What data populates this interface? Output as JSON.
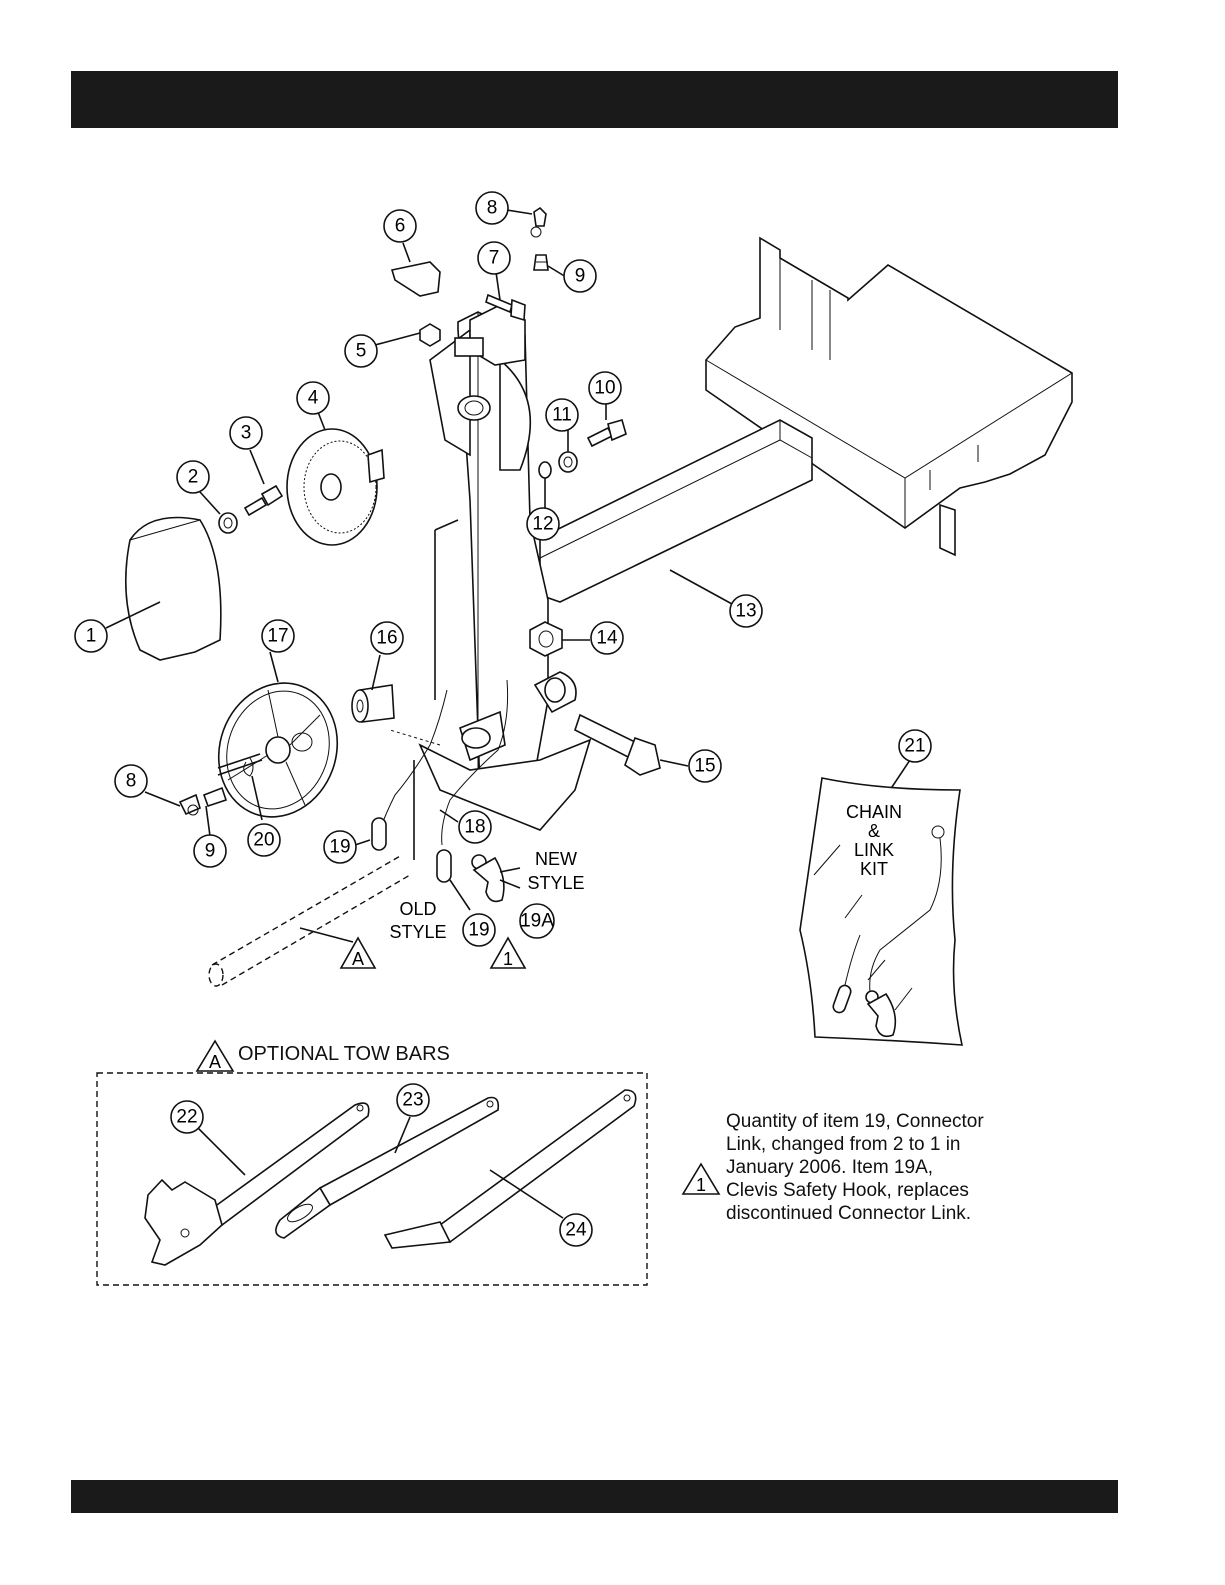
{
  "callouts": {
    "c1": "1",
    "c2": "2",
    "c3": "3",
    "c4": "4",
    "c5": "5",
    "c6": "6",
    "c7": "7",
    "c8a": "8",
    "c8b": "8",
    "c9a": "9",
    "c9b": "9",
    "c10": "10",
    "c11": "11",
    "c12": "12",
    "c13": "13",
    "c14": "14",
    "c15": "15",
    "c16": "16",
    "c17": "17",
    "c18": "18",
    "c19a": "19",
    "c19b": "19",
    "c19A": "19A",
    "c20": "20",
    "c21": "21",
    "c22": "22",
    "c23": "23",
    "c24": "24"
  },
  "labels": {
    "new_style_1": "NEW",
    "new_style_2": "STYLE",
    "old_style_1": "OLD",
    "old_style_2": "STYLE",
    "kit_1": "CHAIN",
    "kit_2": "&",
    "kit_3": "LINK",
    "kit_4": "KIT",
    "marker_a": "A",
    "marker_1": "1"
  },
  "tow_bars": {
    "marker": "A",
    "title": "OPTIONAL TOW BARS"
  },
  "note": {
    "marker": "1",
    "lines": [
      "Quantity of item 19, Connector",
      "Link, changed from 2 to 1 in",
      "January 2006. Item 19A,",
      "Clevis Safety Hook, replaces",
      "discontinued Connector Link."
    ]
  }
}
